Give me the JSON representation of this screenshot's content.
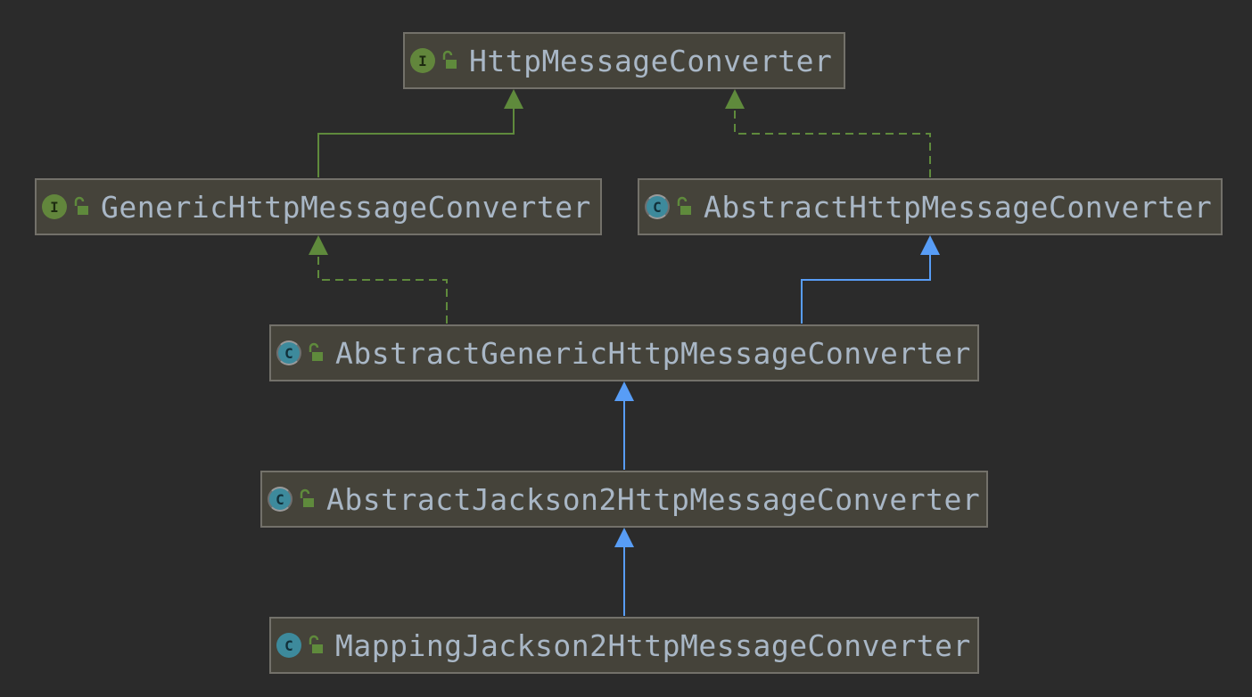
{
  "nodes": {
    "http_message_converter": {
      "name": "HttpMessageConverter",
      "kind": "interface",
      "kind_glyph": "I"
    },
    "generic_http_message_converter": {
      "name": "GenericHttpMessageConverter",
      "kind": "interface",
      "kind_glyph": "I"
    },
    "abstract_http_message_converter": {
      "name": "AbstractHttpMessageConverter",
      "kind": "abstract-class",
      "kind_glyph": "C"
    },
    "abstract_generic_http_message_converter": {
      "name": "AbstractGenericHttpMessageConverter",
      "kind": "abstract-class",
      "kind_glyph": "C"
    },
    "abstract_jackson2_http_message_converter": {
      "name": "AbstractJackson2HttpMessageConverter",
      "kind": "abstract-class",
      "kind_glyph": "C"
    },
    "mapping_jackson2_http_message_converter": {
      "name": "MappingJackson2HttpMessageConverter",
      "kind": "class",
      "kind_glyph": "C"
    }
  },
  "edges": [
    {
      "from": "generic_http_message_converter",
      "to": "http_message_converter",
      "relation": "extends-interface",
      "style": "solid",
      "color": "#5f8a3c"
    },
    {
      "from": "abstract_http_message_converter",
      "to": "http_message_converter",
      "relation": "implements",
      "style": "dashed",
      "color": "#5f8a3c"
    },
    {
      "from": "abstract_generic_http_message_converter",
      "to": "generic_http_message_converter",
      "relation": "implements",
      "style": "dashed",
      "color": "#5f8a3c"
    },
    {
      "from": "abstract_generic_http_message_converter",
      "to": "abstract_http_message_converter",
      "relation": "extends",
      "style": "solid",
      "color": "#589df6"
    },
    {
      "from": "abstract_jackson2_http_message_converter",
      "to": "abstract_generic_http_message_converter",
      "relation": "extends",
      "style": "solid",
      "color": "#589df6"
    },
    {
      "from": "mapping_jackson2_http_message_converter",
      "to": "abstract_jackson2_http_message_converter",
      "relation": "extends",
      "style": "solid",
      "color": "#589df6"
    }
  ],
  "colors": {
    "background": "#2b2b2b",
    "node_fill": "#45433a",
    "node_border": "#73716a",
    "label_text": "#a9b7c6",
    "interface_badge": "#62863c",
    "class_badge": "#3d8a9c",
    "public_lock": "#5f8a3c"
  }
}
